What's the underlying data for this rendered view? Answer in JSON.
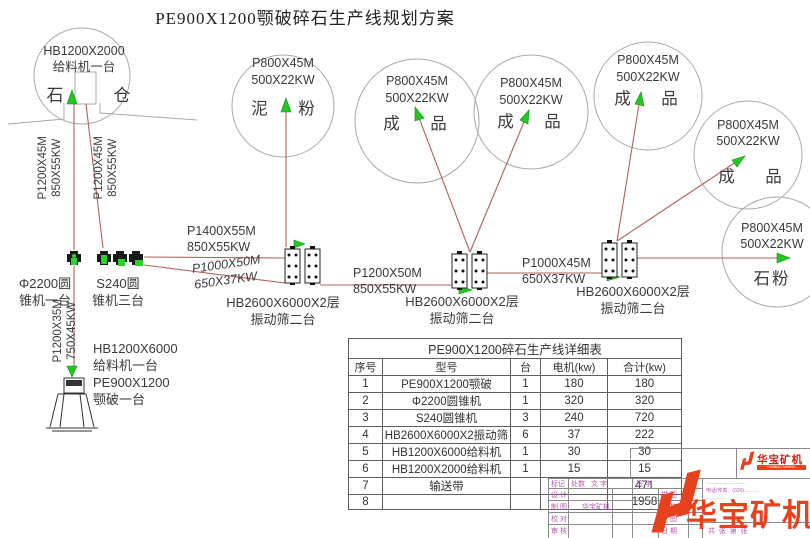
{
  "title": "PE900X1200颚破碎石生产线规划方案",
  "colors": {
    "accent_red": "#e8421c",
    "line_red": "#b4605a",
    "arrow_green": "#22c722",
    "purple": "#b25ab2"
  },
  "bin": {
    "line1": "HB1200X2000",
    "line2": "给料机一台",
    "char_left": "石",
    "char_right": "仓"
  },
  "belts": {
    "bin_left": {
      "l1": "P1200X45M",
      "l2": "850X55KW"
    },
    "bin_right": {
      "l1": "P1200X45M",
      "l2": "850X55KW"
    },
    "jaw_feed": {
      "l1": "P1200X35M",
      "l2": "750X45KW"
    },
    "to_screen1_upper": {
      "l1": "P1400X55M",
      "l2": "850X55KW"
    },
    "to_screen1_lower": {
      "l1": "P1000X50M",
      "l2": "650X37KW"
    },
    "screen1_to_screen2": {
      "l1": "P1200X50M",
      "l2": "850X55KW"
    },
    "screen2_to_screen3": {
      "l1": "P1000X45M",
      "l2": "650X37KW"
    }
  },
  "equipment": {
    "cone1": {
      "l1": "Φ2200圆",
      "l2": "锥机一台"
    },
    "cone2": {
      "l1": "S240圆",
      "l2": "锥机三台"
    },
    "jaw": {
      "l1": "HB1200X6000",
      "l2": "给料机一台",
      "l3": "PE900X1200",
      "l4": "颚破一台"
    },
    "screen_label": {
      "l1": "HB2600X6000X2层",
      "l2": "振动筛二台"
    }
  },
  "circles": [
    {
      "spec1": "P800X45M",
      "spec2": "500X22KW",
      "product": "泥 粉"
    },
    {
      "spec1": "P800X45M",
      "spec2": "500X22KW",
      "product": "成 品"
    },
    {
      "spec1": "P800X45M",
      "spec2": "500X22KW",
      "product": "成 品"
    },
    {
      "spec1": "P800X45M",
      "spec2": "500X22KW",
      "product": "成 品"
    },
    {
      "spec1": "P800X45M",
      "spec2": "500X22KW",
      "product": "成 品"
    },
    {
      "spec1": "P800X45M",
      "spec2": "500X22KW",
      "product": "石粉"
    }
  ],
  "table": {
    "title": "PE900X1200碎石生产线详细表",
    "headers": [
      "序号",
      "型号",
      "台",
      "电机(kw)",
      "合计(kw)"
    ],
    "rows": [
      [
        "1",
        "PE900X1200颚破",
        "1",
        "180",
        "180"
      ],
      [
        "2",
        "Φ2200圆锥机",
        "1",
        "320",
        "320"
      ],
      [
        "3",
        "S240圆锥机",
        "3",
        "240",
        "720"
      ],
      [
        "4",
        "HB2600X6000X2振动筛",
        "6",
        "37",
        "222"
      ],
      [
        "5",
        "HB1200X6000给料机",
        "1",
        "30",
        "30"
      ],
      [
        "6",
        "HB1200X2000给料机",
        "1",
        "15",
        "15"
      ],
      [
        "7",
        "输送带",
        "",
        "",
        "471"
      ],
      [
        "8",
        "",
        "",
        "",
        "1958"
      ]
    ]
  },
  "titleblock": {
    "row0_c1": "标记",
    "row0_c2": "处数",
    "row0_c3": "文 字",
    "row0_c4": "签 字",
    "design_label": "设 计",
    "trace_label": "描 图",
    "draft_label": "制 图",
    "company": "华宝矿机",
    "trace_check_label": "描 校",
    "proof_label": "校 对",
    "base_label": "底 图",
    "audit_label": "审 核",
    "date_label": "日 期",
    "sheet_text": "共  张  第  张",
    "contact1": "……………………",
    "contact2": "电话/传真：(020)………",
    "contact3": "…………"
  },
  "logo": {
    "name": "华宝矿机",
    "tagline": "HUABAO MINING MACHINERY"
  }
}
